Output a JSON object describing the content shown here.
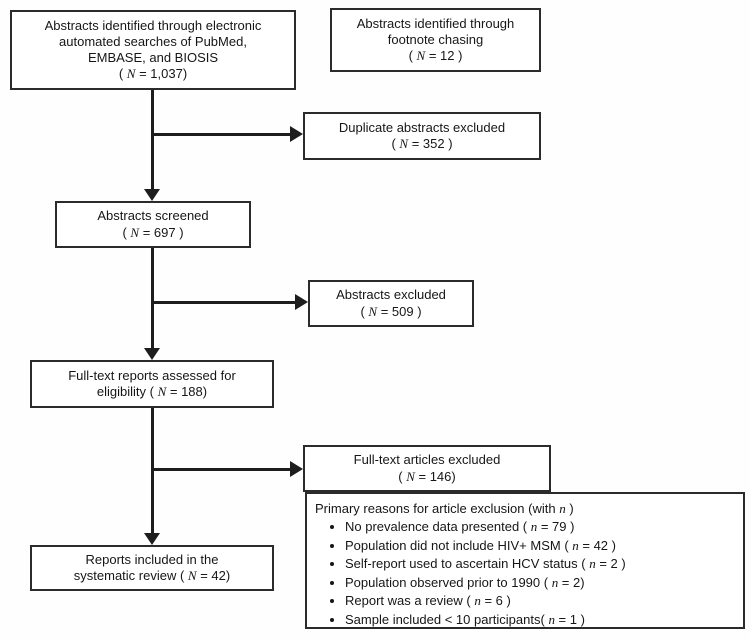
{
  "diagram_type": "prisma-flowchart",
  "boxes": {
    "electronic": {
      "lines": [
        {
          "pre": "Abstracts identified through electronic"
        },
        {
          "pre": "automated searches of PubMed,"
        },
        {
          "pre": "EMBASE, and BIOSIS"
        },
        {
          "pre": "( ",
          "var": "N",
          "post": " = 1,037)"
        }
      ]
    },
    "footnote": {
      "lines": [
        {
          "pre": "Abstracts identified through"
        },
        {
          "pre": "footnote chasing"
        },
        {
          "pre": "( ",
          "var": "N",
          "post": " = 12 )"
        }
      ]
    },
    "duplicate": {
      "lines": [
        {
          "pre": "Duplicate abstracts excluded"
        },
        {
          "pre": "( ",
          "var": "N",
          "post": " = 352 )"
        }
      ]
    },
    "screened": {
      "lines": [
        {
          "pre": "Abstracts screened"
        },
        {
          "pre": "( ",
          "var": "N",
          "post": " = 697 )"
        }
      ]
    },
    "abstracts_excluded": {
      "lines": [
        {
          "pre": "Abstracts excluded"
        },
        {
          "pre": "( ",
          "var": "N",
          "post": " = 509 )"
        }
      ]
    },
    "fulltext_assessed": {
      "lines": [
        {
          "pre": "Full-text reports assessed for"
        },
        {
          "pre": "eligibility ( ",
          "var": "N",
          "post": " = 188)"
        }
      ]
    },
    "fulltext_excluded": {
      "lines": [
        {
          "pre": "Full-text articles excluded"
        },
        {
          "pre": "( ",
          "var": "N",
          "post": " = 146)"
        }
      ]
    },
    "included": {
      "lines": [
        {
          "pre": "Reports included in the"
        },
        {
          "pre": "systematic review ( ",
          "var": "N",
          "post": " = 42)"
        }
      ]
    },
    "reasons": {
      "header": {
        "pre": "Primary reasons for article exclusion (with ",
        "var": "n",
        "post": " )"
      },
      "bullets": [
        {
          "pre": "No prevalence data presented ( ",
          "var": "n",
          "post": " = 79 )"
        },
        {
          "pre": "Population did not include HIV+ MSM ( ",
          "var": "n",
          "post": " = 42 )"
        },
        {
          "pre": "Self-report used to ascertain HCV status ( ",
          "var": "n",
          "post": " = 2 )"
        },
        {
          "pre": "Population observed prior to 1990 ( ",
          "var": "n",
          "post": " = 2)"
        },
        {
          "pre": "Report was a review ( ",
          "var": "n",
          "post": " = 6 )"
        },
        {
          "pre": "Sample included < 10 participants( ",
          "var": "n",
          "post": " = 1 )"
        }
      ]
    }
  },
  "colors": {
    "line": "#1d1d1d",
    "border": "#2b2b2b",
    "text": "#161616",
    "background": "#ffffff"
  }
}
